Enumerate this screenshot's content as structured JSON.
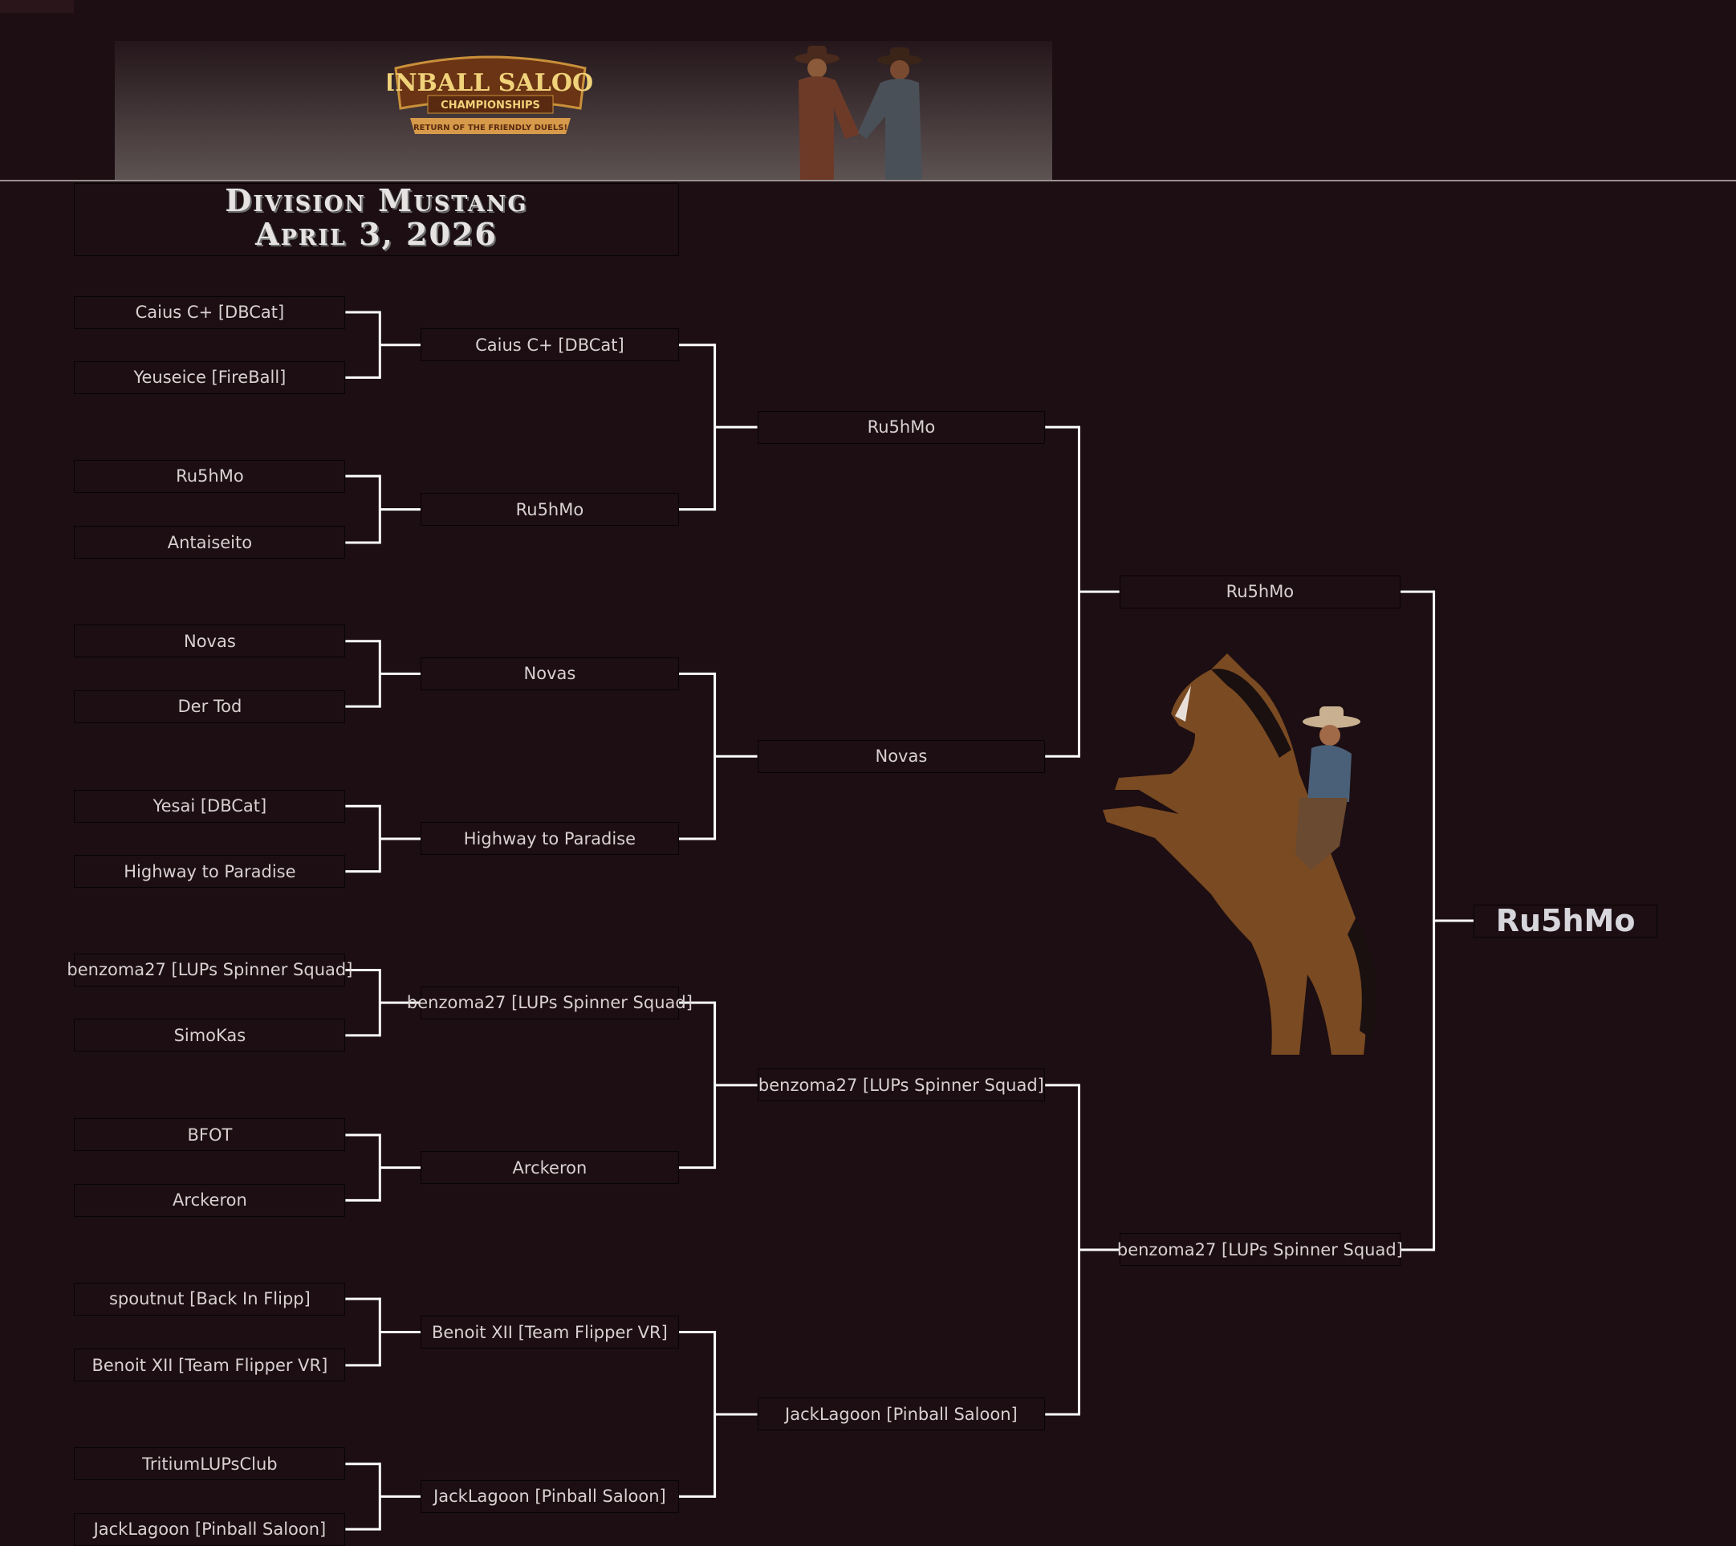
{
  "banner": {
    "logo_title": "PINBALL SALOON",
    "logo_subtitle": "CHAMPIONSHIPS",
    "logo_ribbon": "RETURN OF THE FRIENDLY DUELS!"
  },
  "title": {
    "division": "Division Mustang",
    "date": "April 3, 2026"
  },
  "bracket": {
    "rounds": [
      [
        "Caius C+ [DBCat]",
        "Yeuseice [FireBall]",
        "Ru5hMo",
        "Antaiseito",
        "Novas",
        "Der Tod",
        "Yesai [DBCat]",
        "Highway to Paradise",
        "benzoma27 [LUPs Spinner Squad]",
        "SimoKas",
        "BFOT",
        "Arckeron",
        "spoutnut [Back In Flipp]",
        "Benoit XII [Team Flipper VR]",
        "TritiumLUPsClub",
        "JackLagoon [Pinball Saloon]"
      ],
      [
        "Caius C+ [DBCat]",
        "Ru5hMo",
        "Novas",
        "Highway to Paradise",
        "benzoma27 [LUPs Spinner Squad]",
        "Arckeron",
        "Benoit XII [Team Flipper VR]",
        "JackLagoon [Pinball Saloon]"
      ],
      [
        "Ru5hMo",
        "Novas",
        "benzoma27 [LUPs Spinner Squad]",
        "JackLagoon [Pinball Saloon]"
      ],
      [
        "Ru5hMo",
        "benzoma27 [LUPs Spinner Squad]"
      ],
      [
        "Ru5hMo"
      ]
    ]
  },
  "colors": {
    "background": "#1c0e12",
    "line": "#ffffff",
    "text": "#d9d1d1"
  }
}
